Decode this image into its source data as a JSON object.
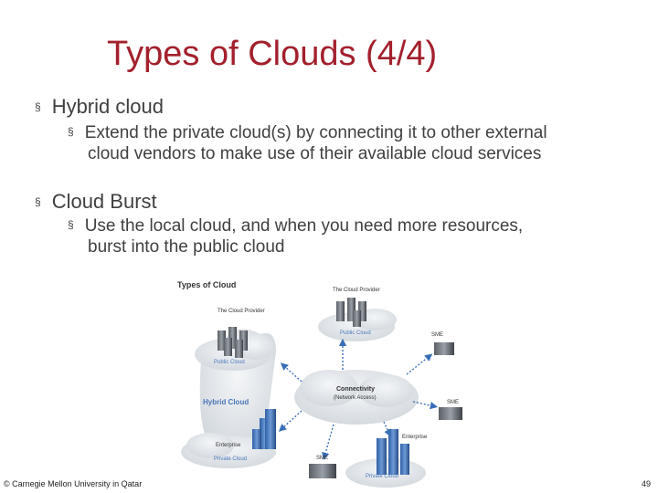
{
  "slide": {
    "title": "Types of Clouds (4/4)",
    "bullets": [
      {
        "text": "Hybrid cloud",
        "sub": {
          "line1": "Extend the private cloud(s) by connecting it to other external",
          "line2": "cloud vendors to make use of their available cloud services"
        }
      },
      {
        "text": "Cloud Burst",
        "sub": {
          "line1": "Use the local cloud, and when you need more resources,",
          "line2": "burst into the public cloud"
        }
      }
    ],
    "bullet_mark": "§"
  },
  "diagram": {
    "title": "Types of Cloud",
    "provider_left": "The Cloud Provider",
    "provider_top": "The Cloud Provider",
    "public_cloud_left": "Public Cloud",
    "public_cloud_top": "Public Cloud",
    "hybrid_cloud": "Hybrid Cloud",
    "connectivity": "Connectivity",
    "network_access": "(Network Access)",
    "sme_top": "SME",
    "sme_right": "SME",
    "sme_bottom": "SME",
    "enterprise_left": "Enterprise",
    "enterprise_right": "Enterprise",
    "private_cloud_left": "Private Cloud",
    "private_cloud_right": "Private Cloud"
  },
  "footer": {
    "copyright": "© Carnegie Mellon University in Qatar",
    "page": "49"
  },
  "colors": {
    "title": "#a3202d",
    "cloud": "#e4e8ec",
    "label_blue": "#4a76b8",
    "arrow": "#3a6fb7"
  }
}
